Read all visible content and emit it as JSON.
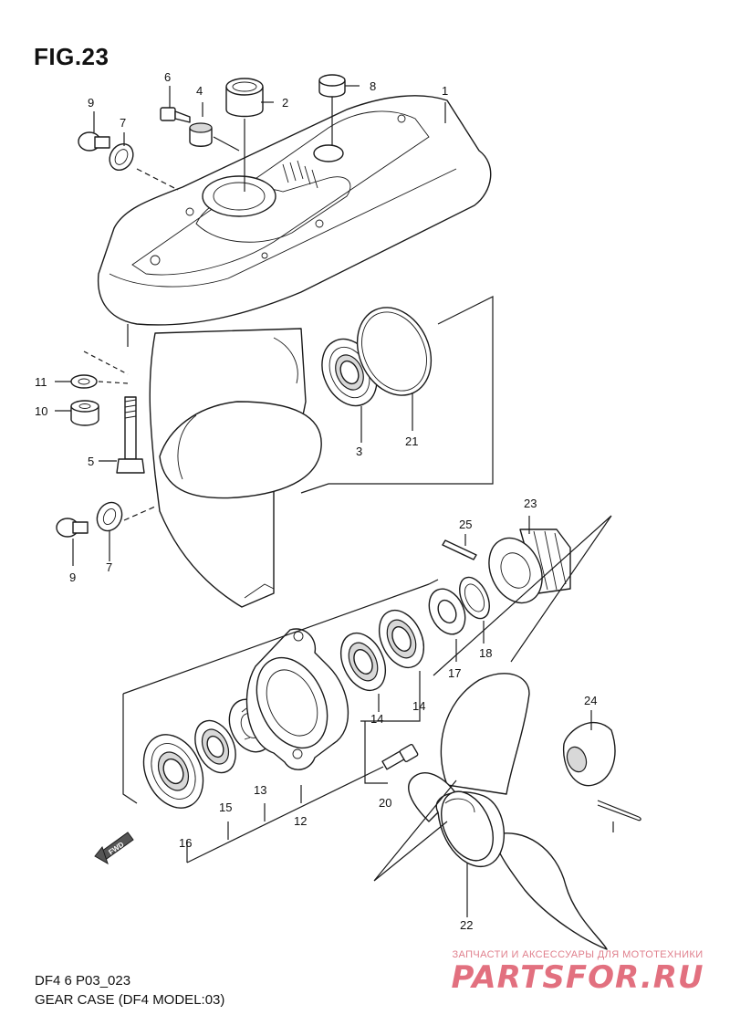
{
  "figure": {
    "title": "FIG.23",
    "code": "DF4 6 P03_023",
    "name": "GEAR CASE (DF4 MODEL:03)"
  },
  "direction_label": "FWD",
  "callouts": [
    "1",
    "2",
    "3",
    "4",
    "5",
    "6",
    "7",
    "7",
    "8",
    "9",
    "9",
    "10",
    "11",
    "12",
    "13",
    "14",
    "14",
    "15",
    "16",
    "17",
    "18",
    "20",
    "21",
    "22",
    "23",
    "24",
    "25"
  ],
  "watermark": {
    "tagline": "ЗАПЧАСТИ И АКСЕССУАРЫ ДЛЯ МОТОТЕХНИКИ",
    "logo": "PARTSFOR.RU"
  }
}
